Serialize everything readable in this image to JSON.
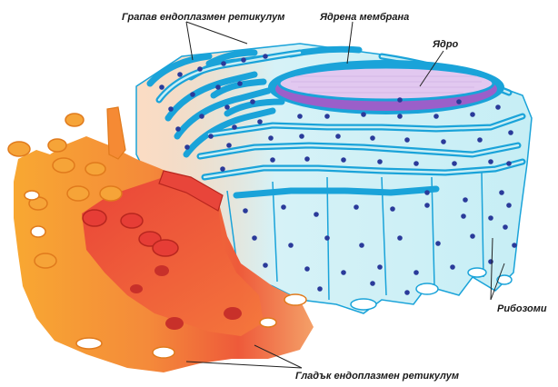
{
  "labels": {
    "rough_er": "Грапав ендоплазмен ретикулум",
    "nuclear_membrane": "Ядрена мембрана",
    "nucleus": "Ядро",
    "ribosomes": "Рибозоми",
    "smooth_er": "Гладък ендоплазмен ретикулум"
  },
  "colors": {
    "rough_er_membrane": "#1aa3d9",
    "cytoplasm": "#c8eef5",
    "ribosome": "#2a3a9a",
    "nucleus_fill": "#e2c8f0",
    "nucleus_membrane": "#9b5fc9",
    "smooth_er_light": "#f5a53a",
    "smooth_er_dark": "#e8453a"
  }
}
